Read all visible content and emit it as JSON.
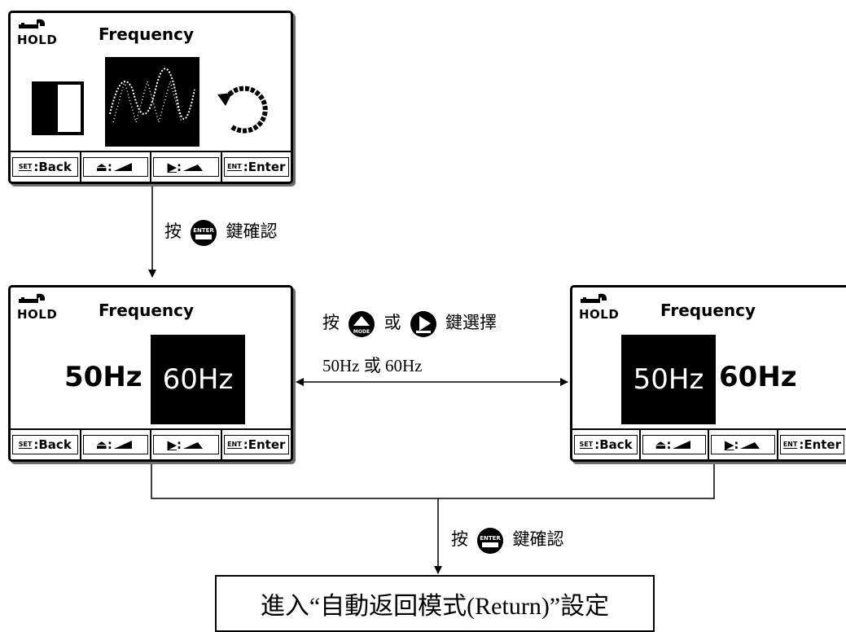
{
  "screen_top": {
    "hold_label": "HOLD",
    "title": "Frequency",
    "softkeys": [
      "Back",
      "",
      "",
      "Enter"
    ]
  },
  "screen_left": {
    "hold_label": "HOLD",
    "title": "Frequency",
    "option_50": "50Hz",
    "option_60": "60Hz",
    "selected": "60Hz",
    "softkeys": [
      "Back",
      "",
      "",
      "Enter"
    ]
  },
  "screen_right": {
    "hold_label": "HOLD",
    "title": "Frequency",
    "option_50": "50Hz",
    "option_60": "60Hz",
    "selected": "50Hz",
    "softkeys": [
      "Back",
      "",
      "",
      "Enter"
    ]
  },
  "softkey_prefixes": {
    "set": "SET",
    "ent": "ENT"
  },
  "steps": {
    "confirm_1": {
      "press": "按",
      "action": "鍵確認",
      "button": "ENTER"
    },
    "select": {
      "press": "按",
      "or": "或",
      "action": "鍵選擇",
      "button_up": "MODE",
      "detail": "50Hz 或 60Hz"
    },
    "confirm_2": {
      "press": "按",
      "action": "鍵確認",
      "button": "ENTER"
    }
  },
  "final_box": "進入“自動返回模式(Return)”設定"
}
